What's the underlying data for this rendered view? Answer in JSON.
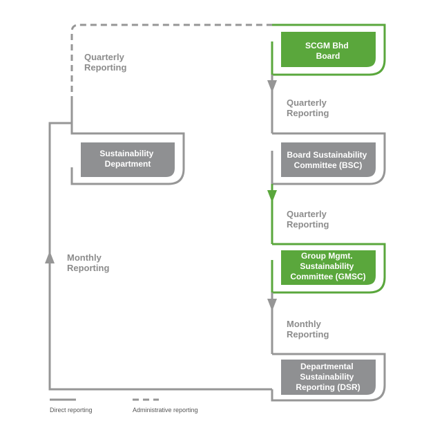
{
  "colors": {
    "green": "#5aa73c",
    "gray": "#8f9092",
    "line": "#969696",
    "text_gray": "#8c8c8c"
  },
  "boxes": {
    "scgm_board": {
      "line1": "SCGM Bhd",
      "line2": "Board"
    },
    "bsc": {
      "line1": "Board Sustainability",
      "line2": "Committee (BSC)"
    },
    "gmsc": {
      "line1": "Group Mgmt.",
      "line2": "Sustainability",
      "line3": "Committee (GMSC)"
    },
    "dsr": {
      "line1": "Departmental",
      "line2": "Sustainability",
      "line3": "Reporting (DSR)"
    },
    "sustainability_dept": {
      "line1": "Sustainability",
      "line2": "Department"
    }
  },
  "flows": {
    "board_to_dept": {
      "line1": "Quarterly",
      "line2": "Reporting"
    },
    "bsc_to_board": {
      "line1": "Quarterly",
      "line2": "Reporting"
    },
    "gmsc_to_bsc": {
      "line1": "Quarterly",
      "line2": "Reporting"
    },
    "dsr_to_gmsc": {
      "line1": "Monthly",
      "line2": "Reporting"
    },
    "dsr_to_dept": {
      "line1": "Monthly",
      "line2": "Reporting"
    }
  },
  "legend": {
    "direct": "Direct reporting",
    "administrative": "Administrative reporting"
  }
}
